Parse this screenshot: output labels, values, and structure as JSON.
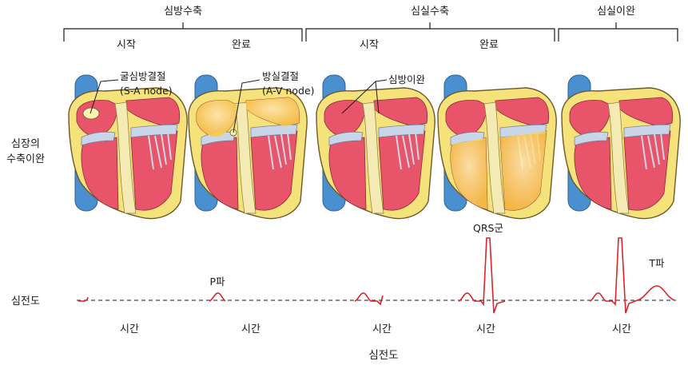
{
  "phases": {
    "atrial_systole": "심방수축",
    "ventricular_systole": "심실수축",
    "ventricular_diastole": "심실이완"
  },
  "subphases": {
    "start": "시작",
    "end": "완료"
  },
  "row_labels": {
    "heart_line1": "심장의",
    "heart_line2": "수축이완",
    "ecg": "심전도"
  },
  "annotations": {
    "sa_node_ko": "굴심방결절",
    "sa_node_en": "(S-A node)",
    "av_node_ko": "방실결절",
    "av_node_en": "(A-V node)",
    "atrial_relax": "심방이완"
  },
  "waves": {
    "p": "P파",
    "qrs": "QRS군",
    "t": "T파"
  },
  "axis": {
    "time": "시간",
    "caption": "심전도"
  },
  "colors": {
    "muscle": "#e8556a",
    "muscle_light": "#f4a3a8",
    "wall": "#f5e27a",
    "wall_edge": "#6b5a2a",
    "vessel": "#4a90d0",
    "septum": "#f3eab4",
    "valve": "#c9d6ea",
    "ecg": "#d9252b"
  }
}
